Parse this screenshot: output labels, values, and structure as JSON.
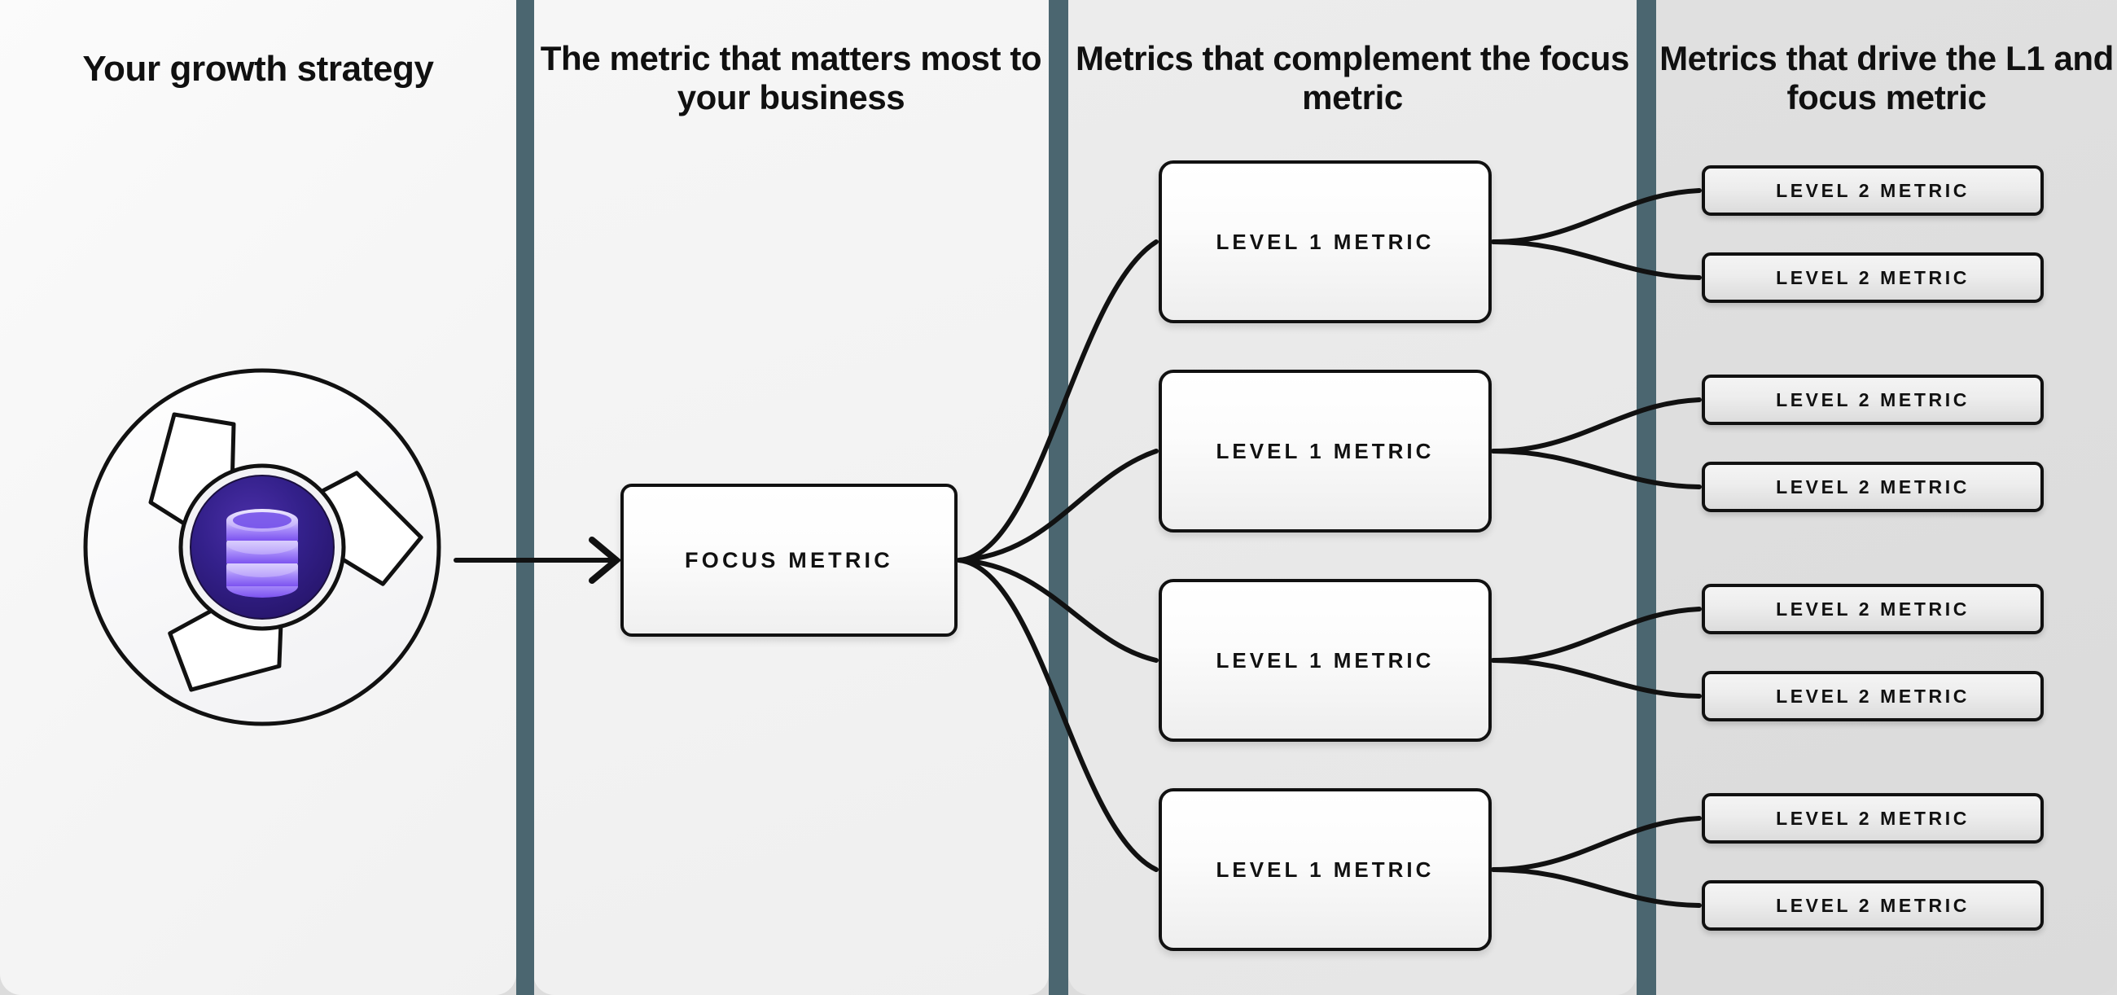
{
  "columns": [
    {
      "id": "col-strategy",
      "title": "Your growth strategy"
    },
    {
      "id": "col-focus",
      "title": "The metric that matters most to your business"
    },
    {
      "id": "col-level1",
      "title": "Metrics that complement the focus metric"
    },
    {
      "id": "col-level2",
      "title": "Metrics that drive the L1 and focus metric"
    }
  ],
  "logo": {
    "icon_name": "aperture-database-logo",
    "inner_icon": "database-stack-icon",
    "accent_color": "#6b47f5",
    "core_color": "#2d1a73"
  },
  "focus_metric": {
    "label": "FOCUS METRIC"
  },
  "level1_metrics": [
    {
      "label": "LEVEL 1 METRIC"
    },
    {
      "label": "LEVEL 1 METRIC"
    },
    {
      "label": "LEVEL 1 METRIC"
    },
    {
      "label": "LEVEL 1 METRIC"
    }
  ],
  "level2_metrics": [
    {
      "label": "LEVEL 2 METRIC"
    },
    {
      "label": "LEVEL 2 METRIC"
    },
    {
      "label": "LEVEL 2 METRIC"
    },
    {
      "label": "LEVEL 2 METRIC"
    },
    {
      "label": "LEVEL 2 METRIC"
    },
    {
      "label": "LEVEL 2 METRIC"
    },
    {
      "label": "LEVEL 2 METRIC"
    },
    {
      "label": "LEVEL 2 METRIC"
    }
  ],
  "colors": {
    "divider": "#4b6670",
    "stroke": "#111111",
    "panel_1": "#f7f7f7",
    "panel_2": "#f2f2f2",
    "panel_3": "#e8e8e8",
    "panel_4": "#dddddd"
  },
  "connectors": {
    "strategy_to_focus": "arrow-right",
    "focus_to_level1": "curve-fan",
    "level1_to_level2": "curve-split"
  }
}
